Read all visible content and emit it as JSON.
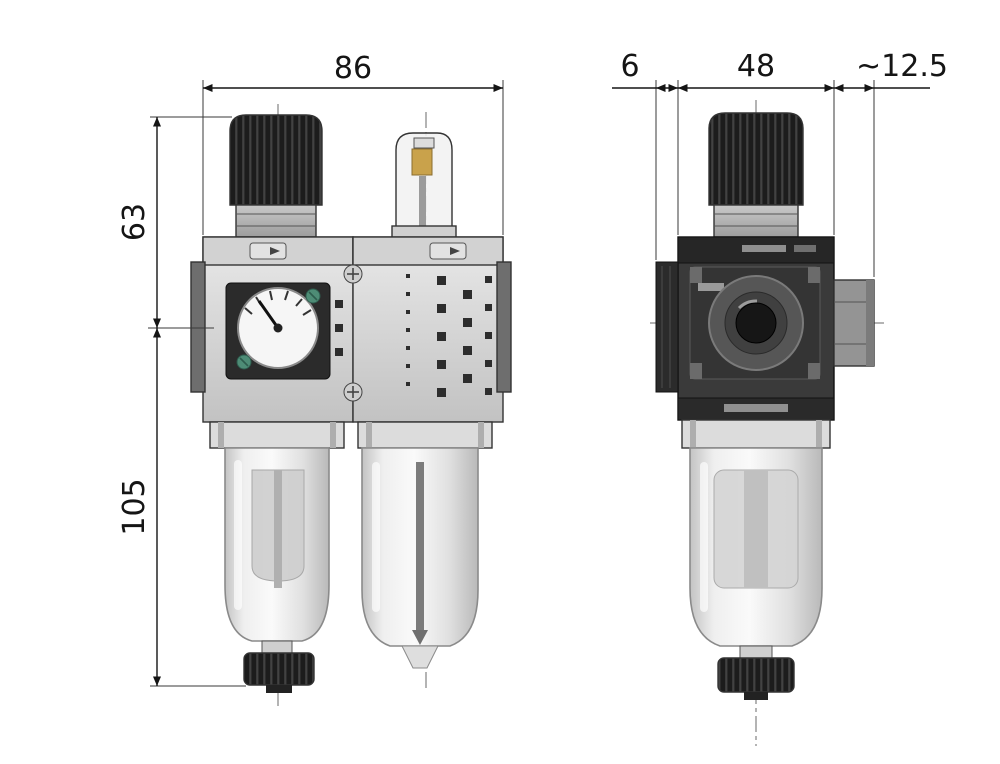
{
  "drawing": {
    "type": "technical-dimension-drawing",
    "subject": "Filter-regulator and lubricator (FRL) unit, front and side views",
    "units": "mm",
    "dimensions": {
      "total_width": "86",
      "upper_height": "63",
      "lower_height": "105",
      "side_tab_depth": "6",
      "side_body_width": "48",
      "side_port_depth": "~12.5"
    }
  },
  "colors": {
    "background": "#ffffff",
    "line": "#151515",
    "body_gray": "#d6d6d6",
    "dark_part": "#232323",
    "bowl_glass": "#ededed",
    "accent_amber": "#c9a24b",
    "accent_teal": "#4e8c76"
  }
}
